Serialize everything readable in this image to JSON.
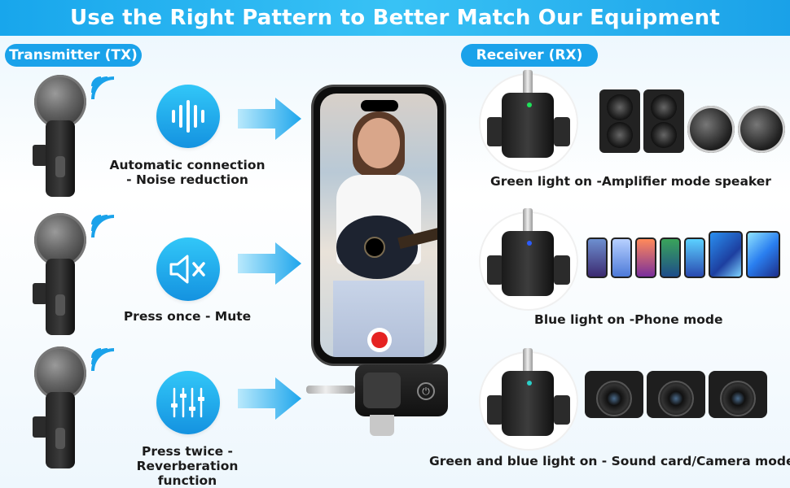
{
  "header": {
    "title": "Use the Right Pattern to Better Match Our Equipment"
  },
  "labels": {
    "transmitter": "Transmitter (TX)",
    "receiver": "Receiver (RX)"
  },
  "features": [
    {
      "line1": "Automatic connection",
      "line2": "- Noise reduction",
      "icon": "soundwave-icon"
    },
    {
      "line1": "Press once - Mute",
      "line2": "",
      "icon": "mute-icon"
    },
    {
      "line1": "Press twice -",
      "line2": "Reverberation function",
      "icon": "equalizer-icon"
    }
  ],
  "modes": [
    {
      "caption": "Green light  on -Amplifier mode speaker",
      "light_color": "#1ee35a",
      "devices": "speakers"
    },
    {
      "caption": "Blue light on -Phone mode",
      "light_color": "#2b5cff",
      "devices": "phones-tablets"
    },
    {
      "caption": "Green and blue light on - Sound card/Camera mode",
      "light_color": "#2ad0c9",
      "devices": "cameras"
    }
  ],
  "colors": {
    "accent": "#1aa2ea",
    "record": "#e52222"
  }
}
